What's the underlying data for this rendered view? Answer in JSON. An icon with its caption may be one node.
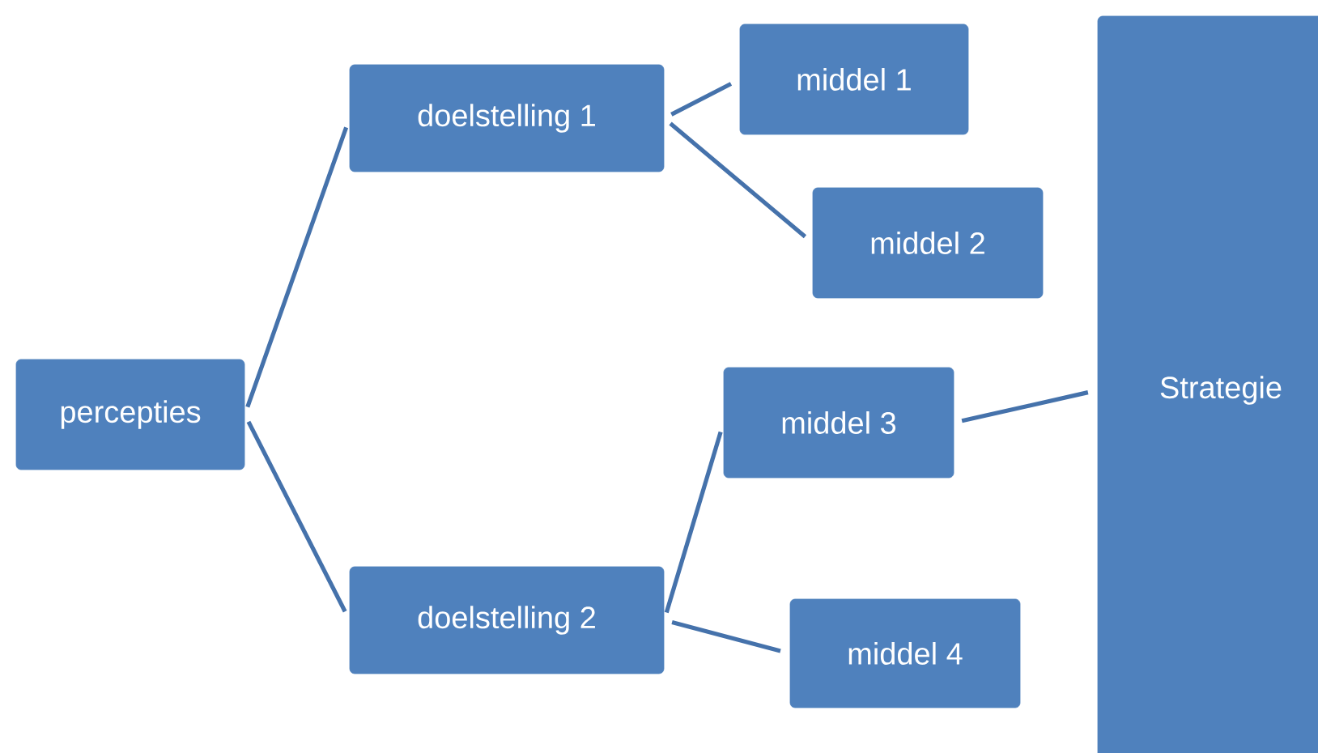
{
  "diagram": {
    "nodes": [
      {
        "text": [
          "percepties"
        ]
      },
      {
        "text": [
          "doelstelling 1"
        ]
      },
      {
        "text": [
          "doelstelling 2"
        ]
      },
      {
        "text": [
          "middel 1"
        ]
      },
      {
        "text": [
          "middel 2"
        ]
      },
      {
        "text": [
          "middel 3"
        ]
      },
      {
        "text": [
          "middel 4"
        ]
      },
      {
        "text": [
          "Strategie"
        ]
      }
    ],
    "edges": [
      {
        "from": 0,
        "to": 1,
        "arrow": "none"
      },
      {
        "from": 0,
        "to": 2,
        "arrow": "none"
      },
      {
        "from": 1,
        "to": 3,
        "arrow": "none"
      },
      {
        "from": 1,
        "to": 4,
        "arrow": "none"
      },
      {
        "from": 2,
        "to": 5,
        "arrow": "none"
      },
      {
        "from": 2,
        "to": 6,
        "arrow": "none"
      },
      {
        "from": 5,
        "to": 7,
        "arrow": "none"
      }
    ]
  }
}
